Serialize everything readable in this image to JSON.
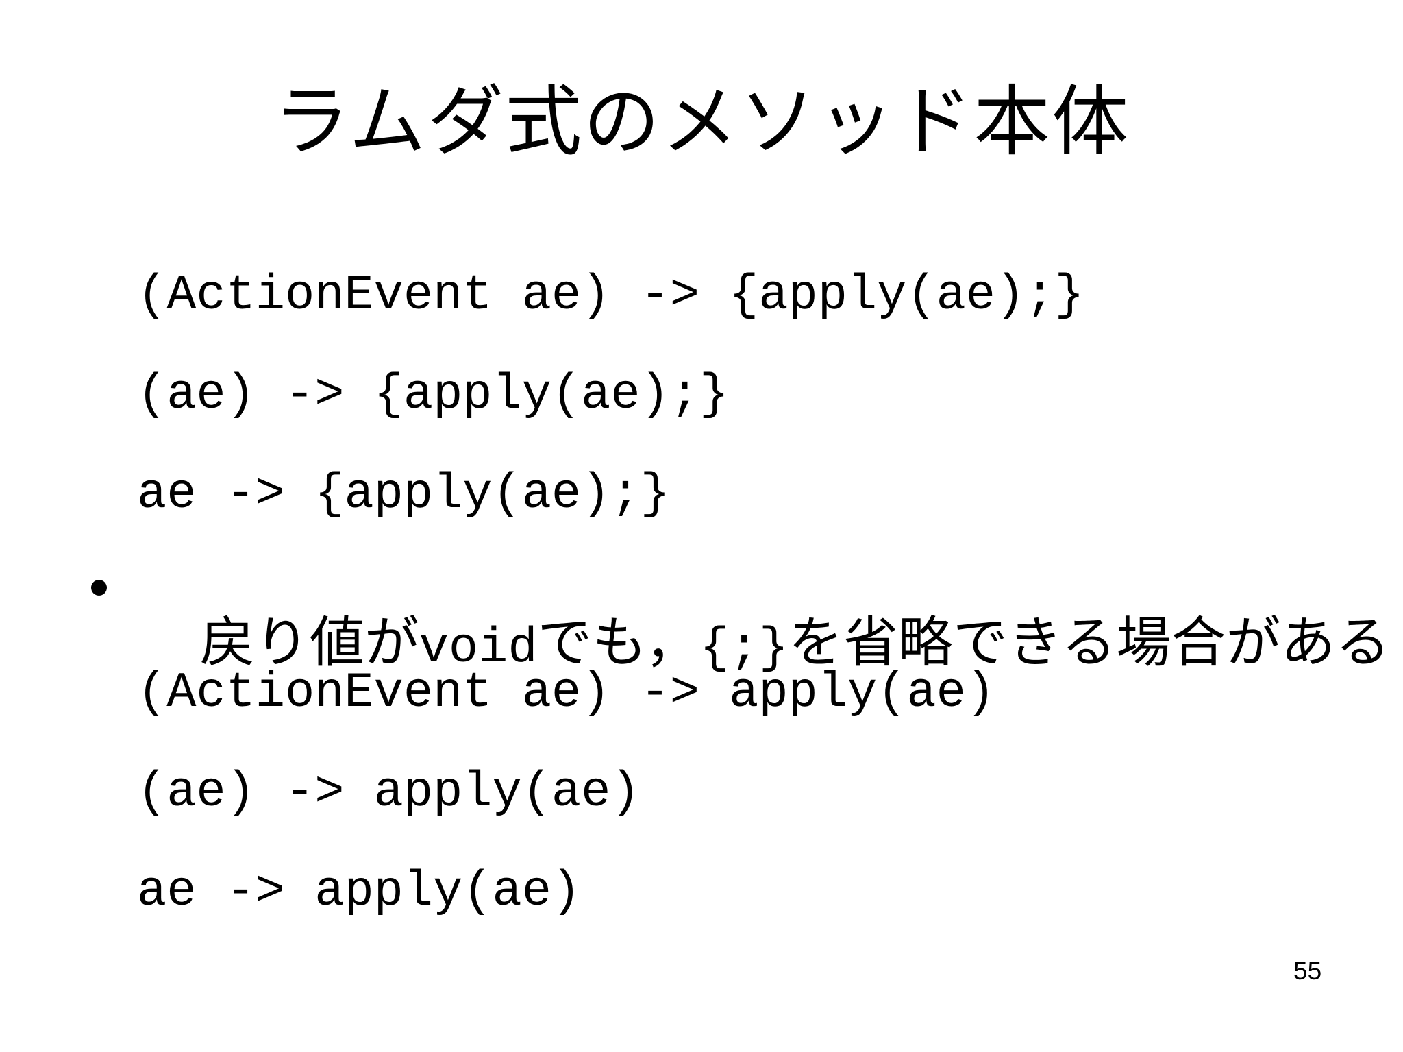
{
  "slide": {
    "title": "ラムダ式のメソッド本体",
    "code_block_top": {
      "lines": [
        "(ActionEvent ae) -> {apply(ae);}",
        "(ae) -> {apply(ae);}",
        "ae -> {apply(ae);}"
      ]
    },
    "bullet": {
      "segments": [
        {
          "text": "戻り値が"
        },
        {
          "text": "void"
        },
        {
          "text": "でも，"
        },
        {
          "text": "{;}"
        },
        {
          "text": "を省略できる場合がある"
        }
      ]
    },
    "code_block_bottom": {
      "lines": [
        "(ActionEvent ae) -> apply(ae)",
        "(ae) -> apply(ae)",
        "ae -> apply(ae)"
      ]
    },
    "page_number": "55",
    "colors": {
      "background": "#ffffff",
      "text": "#000000"
    }
  }
}
